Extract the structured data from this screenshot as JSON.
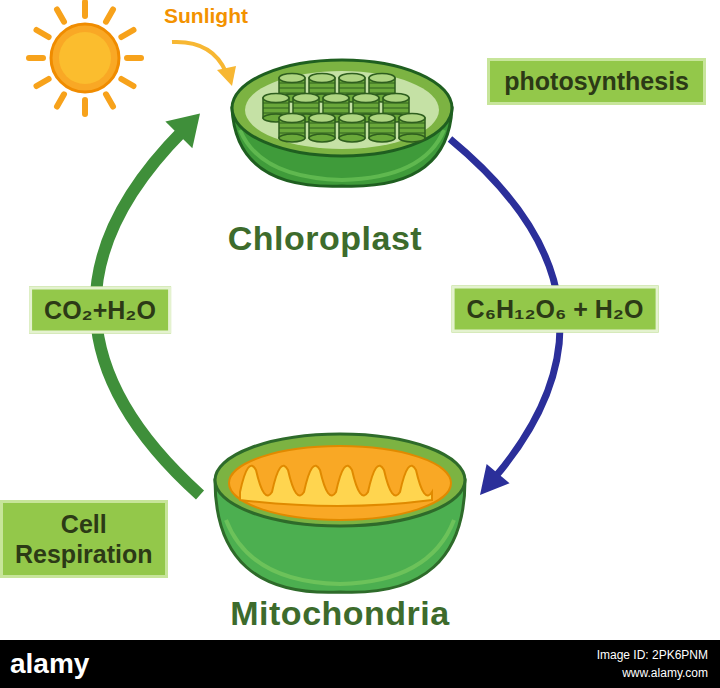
{
  "diagram": {
    "nodes": [
      {
        "text": [
          "Chloroplast"
        ]
      },
      {
        "text": [
          "photosynthesis"
        ]
      },
      {
        "text": [
          "Mitochondria"
        ]
      },
      {
        "text": [
          "Cell Respiration"
        ]
      }
    ],
    "edges": [
      {
        "from": 0,
        "to": 2,
        "arrow": "to",
        "label": "C₆H₁₂O₆ + H₂O"
      },
      {
        "from": 2,
        "to": 0,
        "arrow": "to",
        "label": "CO₂+H₂O"
      }
    ],
    "labels": [
      "Sunlight",
      "alamy",
      "Image ID: 2PK6PNM",
      "www.alamy.com"
    ]
  }
}
